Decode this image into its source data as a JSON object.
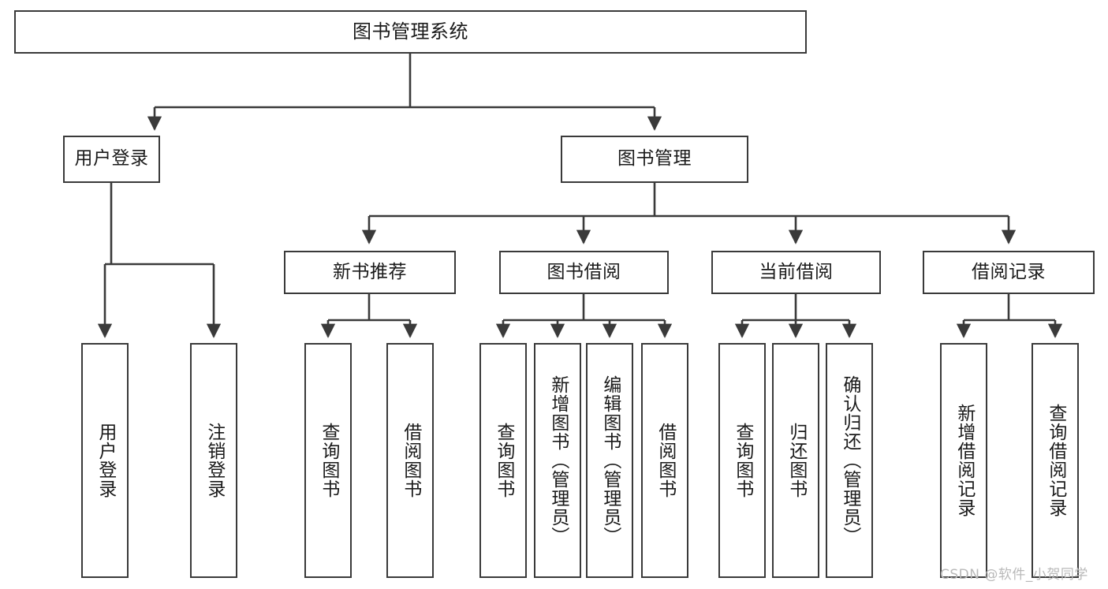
{
  "diagram": {
    "title": "图书管理系统",
    "watermark": "CSDN @软件_小贺同学",
    "levels": {
      "root": {
        "label": "图书管理系统"
      },
      "level2": [
        {
          "id": "user-login",
          "label": "用户登录"
        },
        {
          "id": "book-management",
          "label": "图书管理"
        }
      ],
      "level3": [
        {
          "id": "new-book-recommend",
          "label": "新书推荐"
        },
        {
          "id": "book-borrow",
          "label": "图书借阅"
        },
        {
          "id": "current-borrow",
          "label": "当前借阅"
        },
        {
          "id": "borrow-record",
          "label": "借阅记录"
        }
      ],
      "level4": [
        {
          "id": "leaf-user-login",
          "label": "用户登录",
          "parent": "user-login"
        },
        {
          "id": "leaf-logout",
          "label": "注销登录",
          "parent": "user-login"
        },
        {
          "id": "leaf-query-book-1",
          "label": "查询图书",
          "parent": "new-book-recommend"
        },
        {
          "id": "leaf-borrow-book-1",
          "label": "借阅图书",
          "parent": "new-book-recommend"
        },
        {
          "id": "leaf-query-book-2",
          "label": "查询图书",
          "parent": "book-borrow"
        },
        {
          "id": "leaf-add-book",
          "label": "新增图书（管理员）",
          "parent": "book-borrow"
        },
        {
          "id": "leaf-edit-book",
          "label": "编辑图书（管理员）",
          "parent": "book-borrow"
        },
        {
          "id": "leaf-borrow-book-2",
          "label": "借阅图书",
          "parent": "book-borrow"
        },
        {
          "id": "leaf-query-book-3",
          "label": "查询图书",
          "parent": "current-borrow"
        },
        {
          "id": "leaf-return-book",
          "label": "归还图书",
          "parent": "current-borrow"
        },
        {
          "id": "leaf-confirm-return",
          "label": "确认归还（管理员）",
          "parent": "current-borrow"
        },
        {
          "id": "leaf-add-record",
          "label": "新增借阅记录",
          "parent": "borrow-record"
        },
        {
          "id": "leaf-query-record",
          "label": "查询借阅记录",
          "parent": "borrow-record"
        }
      ]
    },
    "colors": {
      "stroke": "#3a3a3a",
      "text": "#1a1a1a",
      "background": "#ffffff",
      "watermark": "#b9b9b9"
    }
  }
}
